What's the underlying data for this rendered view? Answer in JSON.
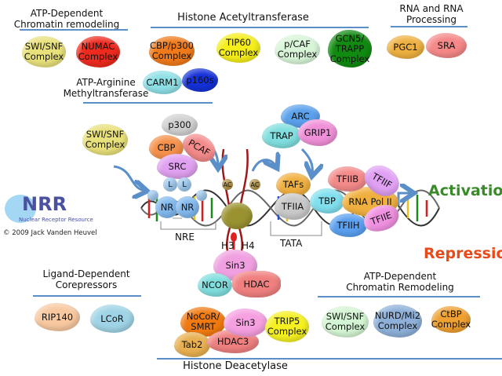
{
  "top_groups": {
    "chromatin_remodeling": {
      "title_line1": "ATP-Dependent",
      "title_line2": "Chromatin remodeling",
      "items": [
        {
          "line1": "SWI/SNF",
          "line2": "Complex",
          "color": "#e8e07a"
        },
        {
          "line1": "NUMAC",
          "line2": "Complex",
          "color": "#ee2a1e"
        }
      ]
    },
    "acetyltransferase": {
      "title": "Histone Acetyltransferase",
      "items": [
        {
          "line1": "CBP/p300",
          "line2": "Complex",
          "color": "#f07a1a"
        },
        {
          "line1": "TIP60",
          "line2": "Complex",
          "color": "#f5ee1a"
        },
        {
          "line1": "p/CAF",
          "line2": "Complex",
          "color": "#d8f5d8"
        },
        {
          "line1": "GCN5/",
          "line2": "TRAPP",
          "line3": "Complex",
          "color": "#118a11"
        }
      ]
    },
    "rna_processing": {
      "title_line1": "RNA and RNA",
      "title_line2": "Processing",
      "items": [
        {
          "label": "PGC1",
          "color": "#eeb040"
        },
        {
          "label": "SRA",
          "color": "#f58888"
        }
      ]
    },
    "methyltransferase": {
      "title_line1": "ATP-Arginine",
      "title_line2": "Methyltransferase",
      "items": [
        {
          "label": "CARM1",
          "color": "#8ee0e6"
        },
        {
          "label": "p160s",
          "color": "#1430d8"
        }
      ]
    }
  },
  "center": {
    "swisnf": {
      "line1": "SWI/SNF",
      "line2": "Complex"
    },
    "coactivators": {
      "p300": "p300",
      "cbp": "CBP",
      "pcaf": "PCAF",
      "src": "SRC",
      "ligand1": "L",
      "ligand2": "L",
      "nr1": "NR",
      "nr2": "NR"
    },
    "nre": "NRE",
    "histone": {
      "h3": "H3",
      "h4": "H4",
      "ac1": "AC",
      "ac2": "AC"
    },
    "mediator": {
      "arc": "ARC",
      "trap": "TRAP",
      "grip1": "GRIP1"
    },
    "gtf": {
      "tafs": "TAFs",
      "tfiia": "TFIIA",
      "tbp": "TBP",
      "tfiib": "TFIIB",
      "tfiif": "TFIIF",
      "rnapol": "RNA Pol II",
      "tfiih": "TFIIH",
      "tfiie": "TFIIE"
    },
    "tata": "TATA",
    "activation": "Activation",
    "repression": "Repression",
    "repressor_complex": {
      "sin3": "Sin3",
      "ncor": "NCOR",
      "hdac": "HDAC"
    }
  },
  "logo": {
    "initials": "NRR",
    "tagline": "Nuclear Receptor Resource",
    "copyright": "© 2009 Jack Vanden Heuvel"
  },
  "bottom_groups": {
    "ligand_corepressors": {
      "title_line1": "Ligand-Dependent",
      "title_line2": "Corepressors",
      "items": [
        {
          "label": "RIP140",
          "color": "#f8c8a0"
        },
        {
          "label": "LCoR",
          "color": "#9fd4e6"
        }
      ]
    },
    "deacetylase": {
      "title": "Histone Deacetylase",
      "items": [
        {
          "line1": "NoCoR/",
          "line2": "SMRT",
          "color": "#f07a10"
        },
        {
          "label": "Sin3",
          "color": "#f5a0e0"
        },
        {
          "line1": "TRIP5",
          "line2": "Complex",
          "color": "#f5f020"
        },
        {
          "label": "Tab2",
          "color": "#e8b050"
        },
        {
          "label": "HDAC3",
          "color": "#f08080"
        }
      ]
    },
    "chromatin_remodeling": {
      "title_line1": "ATP-Dependent",
      "title_line2": "Chromatin Remodeling",
      "items": [
        {
          "line1": "SWI/SNF",
          "line2": "Complex",
          "color": "#d4f5d4"
        },
        {
          "line1": "NURD/Mi2",
          "line2": "Complex",
          "color": "#8eb0d8"
        },
        {
          "line1": "CtBP",
          "line2": "Complex",
          "color": "#eea030"
        }
      ]
    }
  },
  "colors": {
    "activation": "#3a8a2a",
    "repression": "#e84a1a",
    "rule": "#5b8fc9",
    "arrow": "#5b8fc9"
  }
}
